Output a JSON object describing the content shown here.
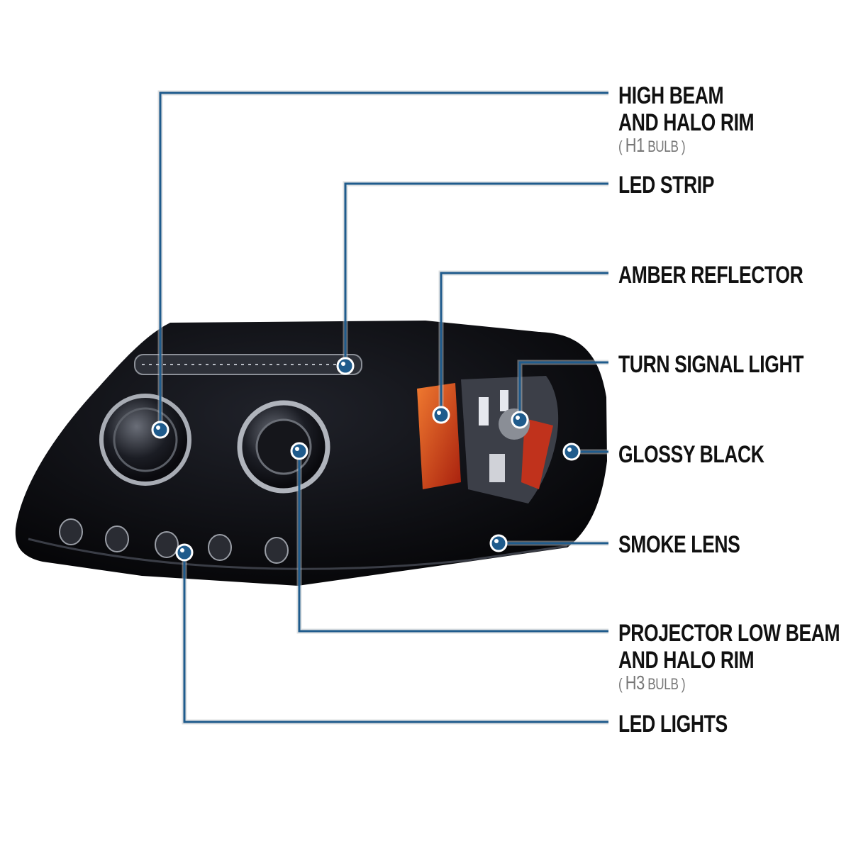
{
  "colors": {
    "line": "#1f5b8c",
    "dot": "#1f5b8c",
    "body": "#0b0b10",
    "amber": "#d2481a"
  },
  "callouts": [
    {
      "line1": "HIGH BEAM",
      "line2": "AND HALO RIM",
      "sub_open": "(",
      "sub_main": "H1",
      "sub_small": "BULB",
      "sub_close": ")"
    },
    {
      "line1": "LED STRIP"
    },
    {
      "line1": "AMBER REFLECTOR"
    },
    {
      "line1": "TURN SIGNAL LIGHT"
    },
    {
      "line1": "GLOSSY BLACK"
    },
    {
      "line1": "SMOKE LENS"
    },
    {
      "line1": "PROJECTOR LOW BEAM",
      "line2": "AND HALO RIM",
      "sub_open": "(",
      "sub_main": "H3",
      "sub_small": "BULB",
      "sub_close": ")"
    },
    {
      "line1": "LED LIGHTS"
    }
  ]
}
